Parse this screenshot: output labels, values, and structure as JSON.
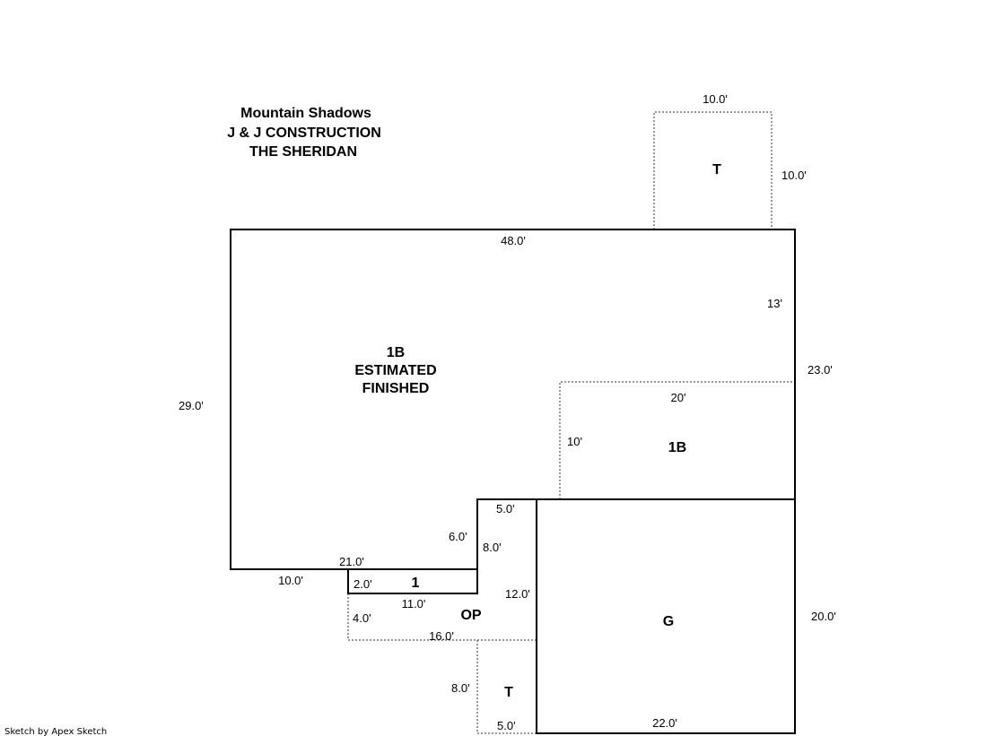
{
  "header": {
    "line1": "Mountain Shadows",
    "line2": "J & J CONSTRUCTION",
    "line3": "THE SHERIDAN"
  },
  "footer": {
    "credit": "Sketch by Apex Sketch"
  },
  "areas": {
    "main": {
      "code": "1B",
      "line2": "ESTIMATED",
      "line3": "FINISHED"
    },
    "basement_1b": {
      "code": "1B"
    },
    "terrace_top": {
      "code": "T"
    },
    "terrace_bottom": {
      "code": "T"
    },
    "garage": {
      "code": "G"
    },
    "porch": {
      "code": "OP"
    },
    "first_floor": {
      "code": "1"
    }
  },
  "dimensions": {
    "t_top_width": "10.0'",
    "t_top_height": "10.0'",
    "main_top": "48.0'",
    "main_right_upper": "13'",
    "main_right_total": "23.0'",
    "main_left": "29.0'",
    "b1b_width": "20'",
    "b1b_height": "10'",
    "step_5": "5.0'",
    "step_6": "6.0'",
    "step_8": "8.0'",
    "main_bottom_21": "21.0'",
    "main_bottom_10": "10.0'",
    "one_height": "2.0'",
    "one_width": "11.0'",
    "op_height": "4.0'",
    "op_right": "12.0'",
    "op_bottom": "16.0'",
    "garage_height": "20.0'",
    "garage_width": "22.0'",
    "t_bot_height": "8.0'",
    "t_bot_width": "5.0'"
  }
}
